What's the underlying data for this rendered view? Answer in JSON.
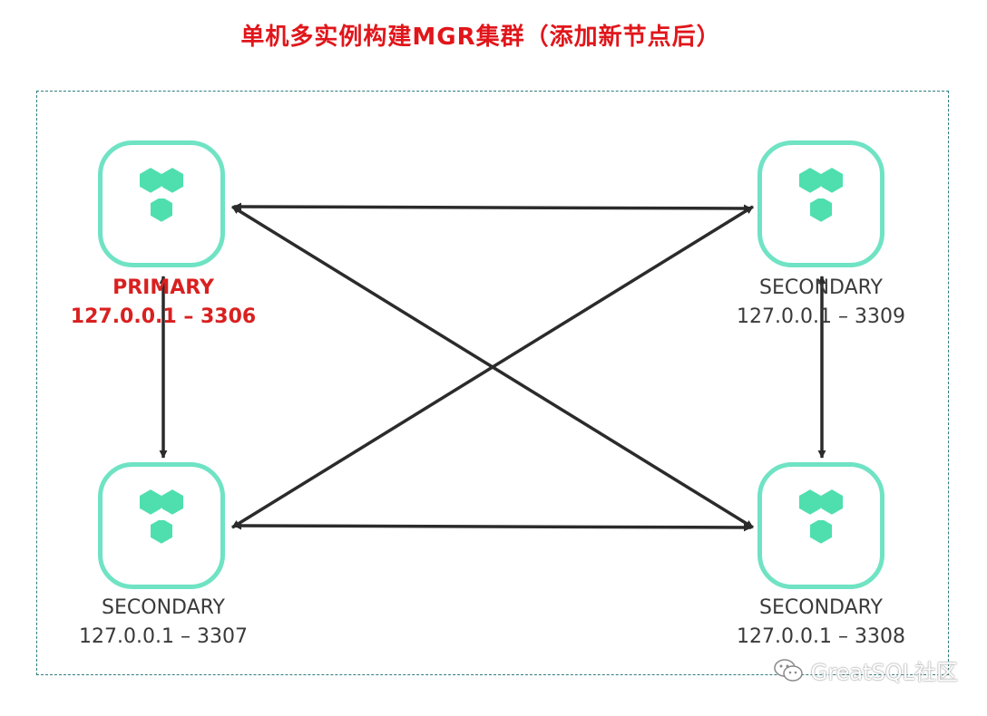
{
  "title": "单机多实例构建MGR集群（添加新节点后）",
  "nodes": {
    "n3306": {
      "role": "PRIMARY",
      "address": "127.0.0.1 – 3306"
    },
    "n3309": {
      "role": "SECONDARY",
      "address": "127.0.0.1 – 3309"
    },
    "n3307": {
      "role": "SECONDARY",
      "address": "127.0.0.1 – 3307"
    },
    "n3308": {
      "role": "SECONDARY",
      "address": "127.0.0.1 – 3308"
    }
  },
  "watermark": "GreatSQL社区",
  "colors": {
    "title": "#e0161b",
    "primary_label": "#d92020",
    "node_border": "#6fe3c4",
    "hexagon": "#4fdfae",
    "arrow": "#2b2b2b",
    "frame": "#2f7d7d"
  },
  "icons": {
    "node": "mysql-instance-icon",
    "watermark": "wechat-icon"
  }
}
